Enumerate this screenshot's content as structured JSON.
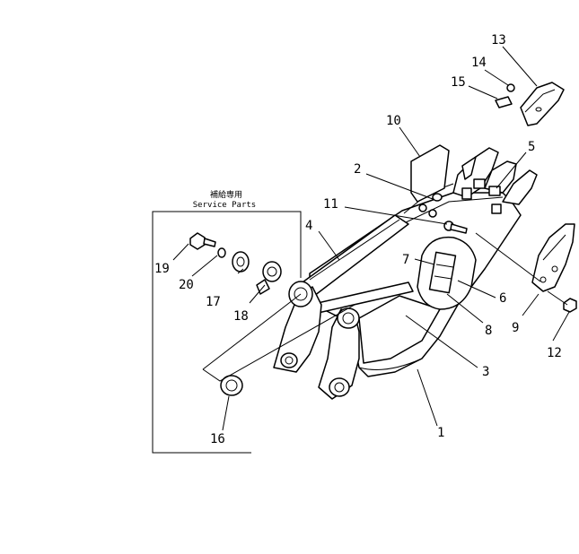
{
  "service_box": {
    "title_native": "補給専用",
    "title_en": "Service  Parts"
  },
  "callouts": {
    "n1": "1",
    "n2": "2",
    "n3": "3",
    "n4": "4",
    "n5": "5",
    "n6": "6",
    "n7": "7",
    "n8": "8",
    "n9": "9",
    "n10": "10",
    "n11": "11",
    "n12": "12",
    "n13": "13",
    "n14": "14",
    "n15": "15",
    "n16": "16",
    "n17": "17",
    "n18": "18",
    "n19": "19",
    "n20": "20"
  }
}
